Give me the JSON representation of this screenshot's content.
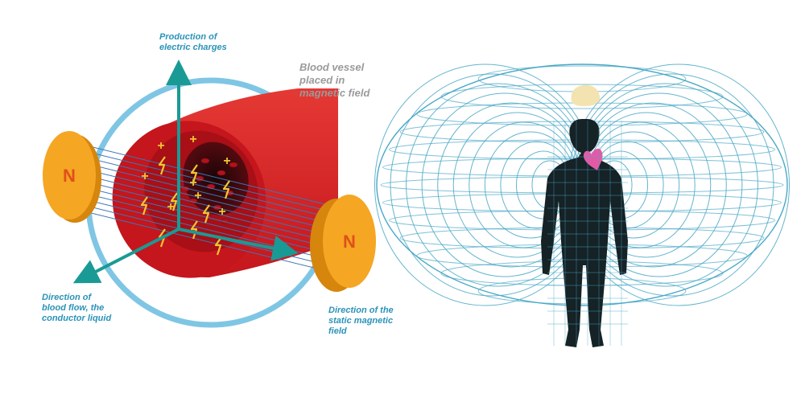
{
  "labels": {
    "production": "Production of\nelectric charges",
    "vessel": "Blood vessel\nplaced in\nmagnetic field",
    "blood_flow": "Direction of\nblood flow, the\nconductor liquid",
    "static_field": "Direction of the\nstatic magnetic\nfield"
  },
  "magnets": {
    "left_pole": "N",
    "right_pole": "N"
  },
  "charge_symbol": "+",
  "colors": {
    "teal": "#1a9a95",
    "label_teal": "#2a93b8",
    "grey": "#9a9a9a",
    "circle": "#7fc6e4",
    "magnet": "#f5a623",
    "magnet_dark": "#d6850d",
    "pole_text": "#e0501b",
    "vessel": "#c4161c",
    "vessel_light": "#e53935",
    "field_line": "#3a77b8",
    "mesh": "#4aa8c6",
    "body": "#152226",
    "brain": "#f3e3b0",
    "heart": "#e25aa6",
    "spark": "#f2c531"
  },
  "icons": [
    "magnet-icon",
    "blood-vessel-icon",
    "human-body-icon",
    "heart-icon",
    "brain-icon",
    "spark-icon"
  ]
}
